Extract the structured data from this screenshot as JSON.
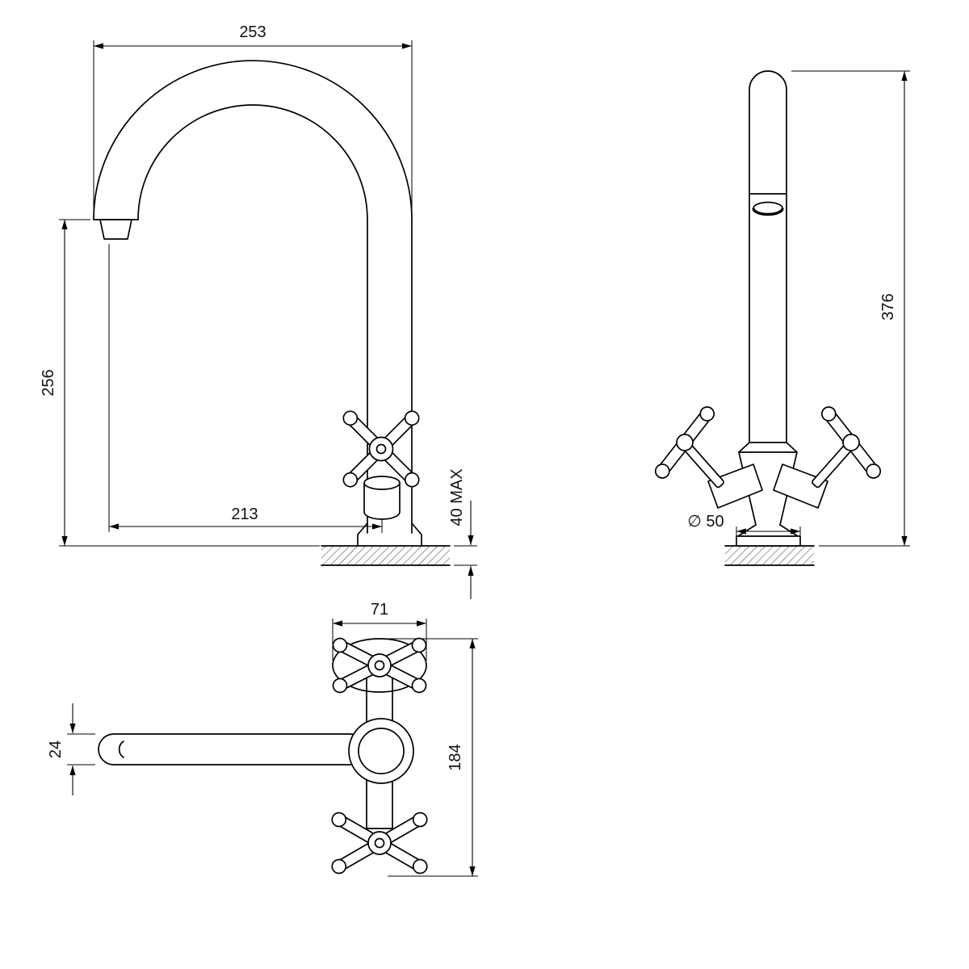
{
  "colors": {
    "line": "#000000",
    "text": "#111111",
    "background": "#ffffff"
  },
  "dims": {
    "side_width": "253",
    "side_height": "256",
    "side_reach": "213",
    "side_deck": "40 MAX",
    "front_height": "376",
    "front_base_dia": "∅ 50",
    "plan_handle_span": "71",
    "plan_depth": "184",
    "plan_spout_width": "24"
  }
}
